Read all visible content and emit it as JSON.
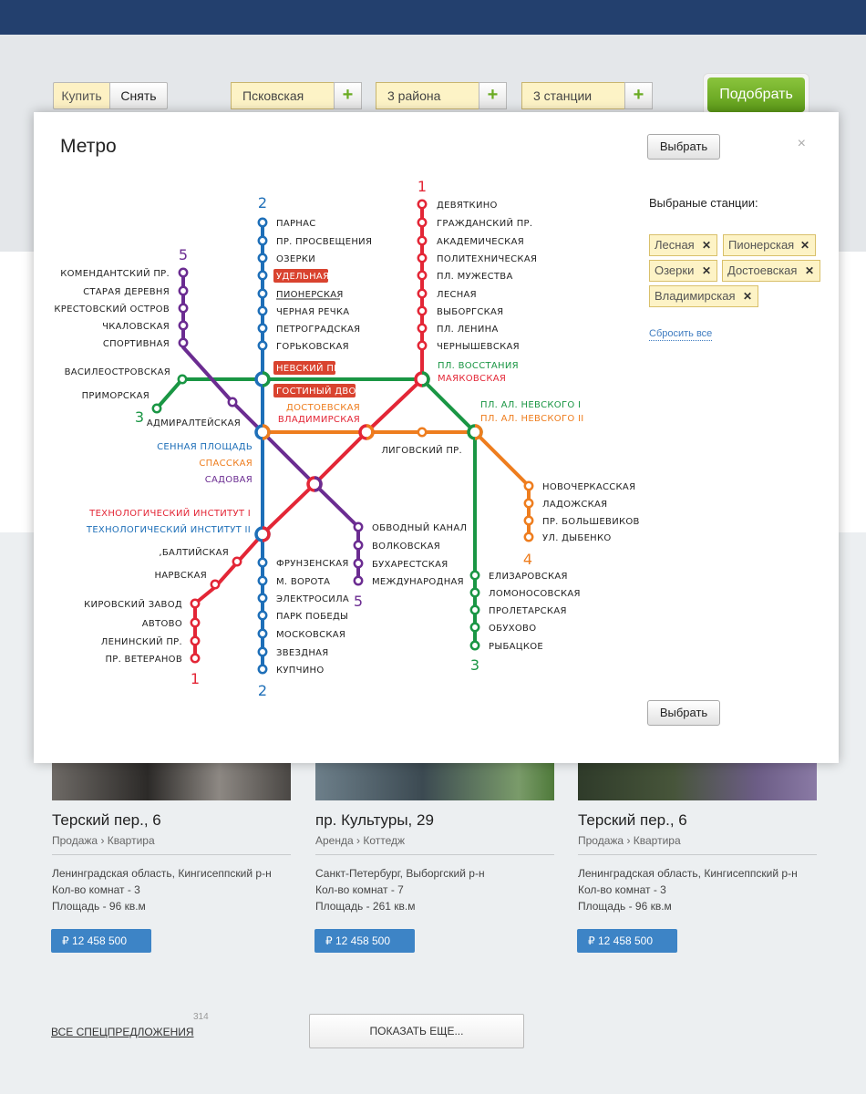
{
  "search": {
    "buy": "Купить",
    "rent": "Снять",
    "fields": [
      "Псковская",
      "3 района",
      "3 станции"
    ],
    "plus": "+",
    "find": "Подобрать"
  },
  "modal": {
    "title": "Метро",
    "close": "×",
    "select": "Выбрать",
    "chosen_title": "Выбраные станции:",
    "chosen": [
      "Лесная",
      "Пионерская",
      "Озерки",
      "Достоевская",
      "Владимирская"
    ],
    "remove": "✕",
    "reset": "Сбросить все"
  },
  "metro": {
    "colors": {
      "red": "#e32636",
      "blue": "#1e6fb8",
      "green": "#1a9644",
      "orange": "#ee7d1e",
      "purple": "#6b2c91",
      "highlight": "#d9432f"
    },
    "line_numbers": {
      "red_top": "1",
      "red_bottom": "1",
      "blue_top": "2",
      "blue_bottom": "2",
      "green_left": "3",
      "green_bottom": "3",
      "orange": "4",
      "purple_top": "5",
      "purple_bottom": "5"
    },
    "red_north": [
      "ДЕВЯТКИНО",
      "ГРАЖДАНСКИЙ ПР.",
      "АКАДЕМИЧЕСКАЯ",
      "ПОЛИТЕХНИЧЕСКАЯ",
      "ПЛ. МУЖЕСТВА",
      "ЛЕСНАЯ",
      "ВЫБОРГСКАЯ",
      "ПЛ. ЛЕНИНА",
      "ЧЕРНЫШЕВСКАЯ"
    ],
    "blue_north": [
      "ПАРНАС",
      "ПР. ПРОСВЕЩЕНИЯ",
      "ОЗЕРКИ",
      "УДЕЛЬНАЯ",
      "ПИОНЕРСКАЯ",
      "ЧЕРНАЯ РЕЧКА",
      "ПЕТРОГРАДСКАЯ",
      "ГОРЬКОВСКАЯ"
    ],
    "purple_north": [
      "КОМЕНДАНТСКИЙ ПР.",
      "СТАРАЯ ДЕРЕВНЯ",
      "КРЕСТОВСКИЙ ОСТРОВ",
      "ЧКАЛОВСКАЯ",
      "СПОРТИВНАЯ"
    ],
    "green_west": [
      "ВАСИЛЕОСТРОВСКАЯ",
      "ПРИМОРСКАЯ"
    ],
    "nevsky": "НЕВСКИЙ ПР.",
    "gostiny": "ГОСТИНЫЙ ДВОР",
    "vosstaniya": "ПЛ. ВОССТАНИЯ",
    "mayakovskaya": "МАЯКОВСКАЯ",
    "dostoevskaya": "ДОСТОЕВСКАЯ",
    "vladimirskaya": "ВЛАДИМИРСКАЯ",
    "admiralteyskaya": "АДМИРАЛТЕЙСКАЯ",
    "sennaya": "СЕННАЯ ПЛОЩАДЬ",
    "spasskaya": "СПАССКАЯ",
    "sadovaya": "САДОВАЯ",
    "ligovsky": "ЛИГОВСКИЙ ПР.",
    "nevskogo1": "ПЛ. АЛ. НЕВСКОГО I",
    "nevskogo2": "ПЛ. АЛ. НЕВСКОГО II",
    "orange_east": [
      "НОВОЧЕРКАССКАЯ",
      "ЛАДОЖСКАЯ",
      "ПР. БОЛЬШЕВИКОВ",
      "УЛ. ДЫБЕНКО"
    ],
    "tech1": "ТЕХНОЛОГИЧЕСКИЙ ИНСТИТУТ I",
    "tech2": "ТЕХНОЛОГИЧЕСКИЙ ИНСТИТУТ II",
    "purple_south": [
      "ОБВОДНЫЙ КАНАЛ",
      "ВОЛКОВСКАЯ",
      "БУХАРЕСТСКАЯ",
      "МЕЖДУНАРОДНАЯ"
    ],
    "red_south": [
      ",БАЛТИЙСКАЯ",
      "НАРВСКАЯ",
      "КИРОВСКИЙ ЗАВОД",
      "АВТОВО",
      "ЛЕНИНСКИЙ ПР.",
      "ПР. ВЕТЕРАНОВ"
    ],
    "blue_south": [
      "ФРУНЗЕНСКАЯ",
      "М. ВОРОТА",
      "ЭЛЕКТРОСИЛА",
      "ПАРК ПОБЕДЫ",
      "МОСКОВСКАЯ",
      "ЗВЕЗДНАЯ",
      "КУПЧИНО"
    ],
    "green_south": [
      "ЕЛИЗАРОВСКАЯ",
      "ЛОМОНОСОВСКАЯ",
      "ПРОЛЕТАРСКАЯ",
      "ОБУХОВО",
      "РЫБАЦКОЕ"
    ]
  },
  "cards": [
    {
      "address": "Терский пер., 6",
      "deal": "Продажа",
      "sep": "›",
      "kind": "Квартира",
      "region": "Ленинградская область, Кингисеппский р-н",
      "rooms": "Кол-во комнат - 3",
      "area": "Площадь  - 96 кв.м",
      "price": "₽  12 458 500"
    },
    {
      "address": "пр. Культуры, 29",
      "deal": "Аренда",
      "sep": "›",
      "kind": "Коттедж",
      "region": "Санкт-Петербург, Выборгский р-н",
      "rooms": "Кол-во комнат - 7",
      "area": "Площадь  - 261 кв.м",
      "price": "₽  12 458 500"
    },
    {
      "address": "Терский пер., 6",
      "deal": "Продажа",
      "sep": "›",
      "kind": "Квартира",
      "region": "Ленинградская область, Кингисеппский р-н",
      "rooms": "Кол-во комнат - 3",
      "area": "Площадь  - 96 кв.м",
      "price": "₽  12 458 500"
    }
  ],
  "footer": {
    "all_special": "ВСЕ СПЕЦПРЕДЛОЖЕНИЯ",
    "count": "314",
    "more": "ПОКАЗАТЬ ЕЩЕ..."
  }
}
